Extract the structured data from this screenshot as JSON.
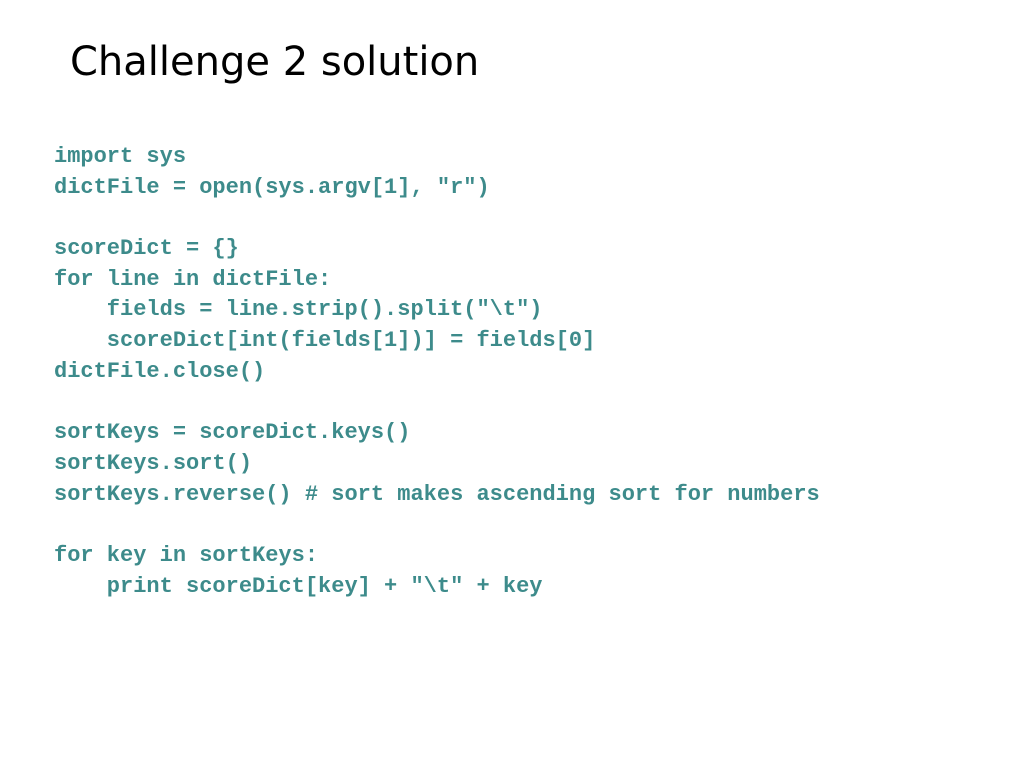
{
  "slide": {
    "title": "Challenge 2 solution",
    "code_color": "#3d8b8b",
    "code_lines": [
      "import sys",
      "dictFile = open(sys.argv[1], \"r\")",
      "",
      "scoreDict = {}",
      "for line in dictFile:",
      "    fields = line.strip().split(\"\\t\")",
      "    scoreDict[int(fields[1])] = fields[0]",
      "dictFile.close()",
      "",
      "sortKeys = scoreDict.keys()",
      "sortKeys.sort()",
      "sortKeys.reverse() # sort makes ascending sort for numbers",
      "",
      "for key in sortKeys:",
      "    print scoreDict[key] + \"\\t\" + key"
    ]
  }
}
